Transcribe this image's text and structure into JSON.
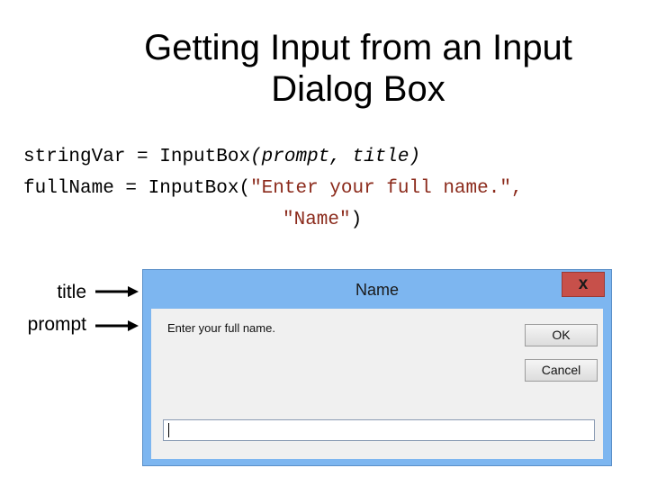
{
  "slide": {
    "title_line1": "Getting Input from an Input",
    "title_line2": "Dialog Box"
  },
  "code": {
    "line1": {
      "a": "string",
      "b": "Var = Input",
      "c": "Box",
      "d": "(prompt, title)"
    },
    "line2": {
      "a": "full",
      "b": "Name = Input",
      "c": "Box(",
      "d": "\"Enter your full name.\"",
      "e": ","
    },
    "line3": {
      "a": "\"Name\"",
      "b": ")"
    }
  },
  "labels": {
    "title": "title",
    "prompt": "prompt"
  },
  "dialog": {
    "title": "Name",
    "close": "x",
    "prompt": "Enter your full name.",
    "ok_label": "OK",
    "cancel_label": "Cancel",
    "input_value": ""
  },
  "colors": {
    "string_literal": "#8b2a1b",
    "title_bar": "#7db6f0",
    "close_button": "#c7504a"
  }
}
